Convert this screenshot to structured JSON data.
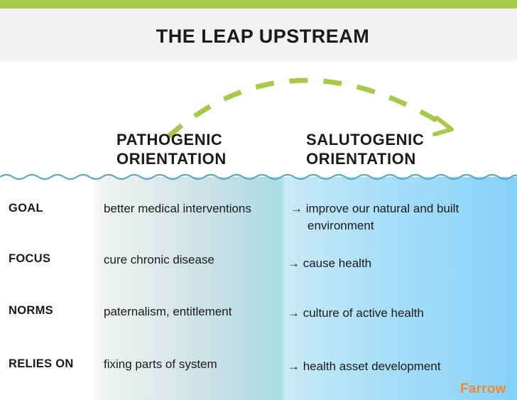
{
  "title": "THE LEAP UPSTREAM",
  "columns": {
    "left": {
      "line1": "PATHOGENIC",
      "line2": "ORIENTATION"
    },
    "right": {
      "line1": "SALUTOGENIC",
      "line2": "ORIENTATION"
    }
  },
  "rows": [
    {
      "label": "GOAL",
      "pathogenic": "better medical interventions",
      "salutogenic_line1": "→ improve our natural and built",
      "salutogenic_line2": "environment"
    },
    {
      "label": "FOCUS",
      "pathogenic": "cure chronic disease",
      "salutogenic_line1": "→ cause health"
    },
    {
      "label": "NORMS",
      "pathogenic": "paternalism, entitlement",
      "salutogenic_line1": "→ culture of active health"
    },
    {
      "label": "RELIES ON",
      "pathogenic": "fixing parts of system",
      "salutogenic_line1": "→ health asset development"
    }
  ],
  "logo": "Farrow",
  "colors": {
    "top_bar": "#a6c94a",
    "arrow": "#a6c94a",
    "logo": "#f08a2c",
    "water": "#86d2f9"
  },
  "icons": {
    "leap_arrow": "dashed-arc-arrow-icon",
    "water_surface": "wave-line-icon"
  }
}
